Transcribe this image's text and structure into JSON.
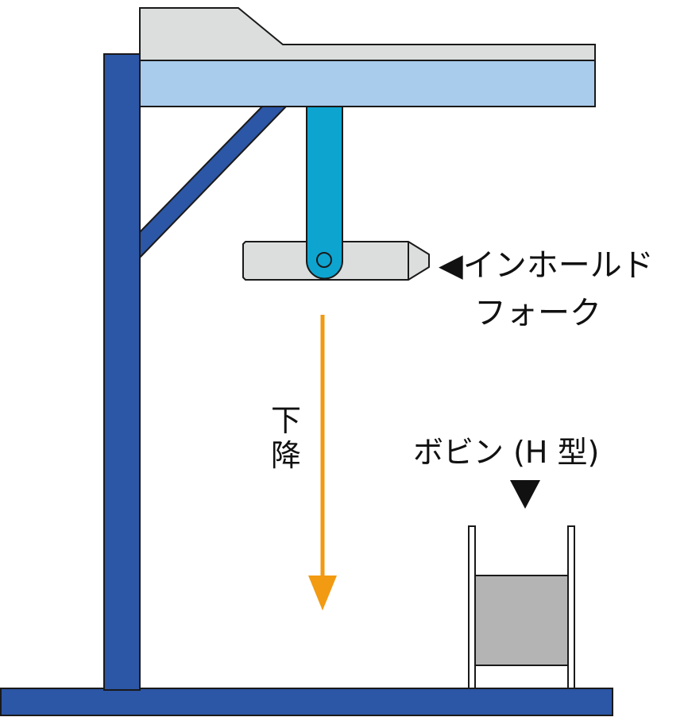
{
  "colors": {
    "frame": "#2c56a6",
    "rail": "#a9cbec",
    "carriage": "#dcdedd",
    "arm": "#0ea4d0",
    "fork": "#dcdedd",
    "arrow": "#f29a12",
    "bobbin_core": "#b4b4b4",
    "outline": "#1a1a1a"
  },
  "icons": {
    "fork_pointer": "triangle-left-icon",
    "bobbin_pointer": "triangle-down-icon"
  },
  "labels": {
    "fork_line1": "インホールド",
    "fork_line2": "フォーク",
    "fork_pointer": "◀",
    "descent_char1": "下",
    "descent_char2": "降",
    "bobbin": "ボビン (H 型)"
  }
}
